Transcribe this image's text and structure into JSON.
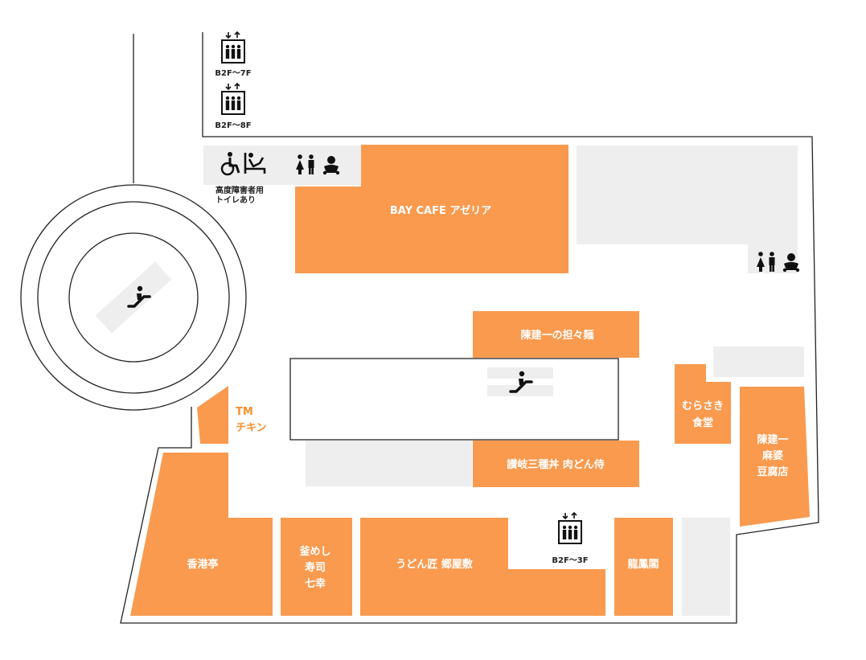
{
  "shops": {
    "bay_cafe": "BAY CAFE アゼリア",
    "tantanmen": "陳建一の担々麺",
    "murasaki": [
      "むらさき",
      "食堂"
    ],
    "mabo": [
      "陳建一",
      "麻婆",
      "豆腐店"
    ],
    "tm_chicken": [
      "TM",
      "チキン"
    ],
    "sanuki": "讃岐三種丼 肉どん侍",
    "koukoutei": "香港亭",
    "kamameshi": [
      "釜めし",
      "寿司",
      "七幸"
    ],
    "udon": "うどん匠 郷屋敷",
    "ryuhokaku": "龍鳳閣"
  },
  "facilities": {
    "elevator_1_label": "B2F〜7F",
    "elevator_2_label": "B2F〜8F",
    "elevator_3_label": "B2F〜3F",
    "accessible_toilet": [
      "高度障害者用",
      "トイレあり"
    ]
  },
  "icons": {
    "elevator": "elevator-icon",
    "escalator": "escalator-icon",
    "wheelchair": "wheelchair-icon",
    "ostomate": "ostomate-icon",
    "restroom": "restroom-icon",
    "baby_changing": "baby-changing-icon"
  },
  "colors": {
    "shop": "#f99a4f",
    "label_orange": "#f7902f",
    "facility_grey": "#eeeeee",
    "outline": "#222222"
  }
}
